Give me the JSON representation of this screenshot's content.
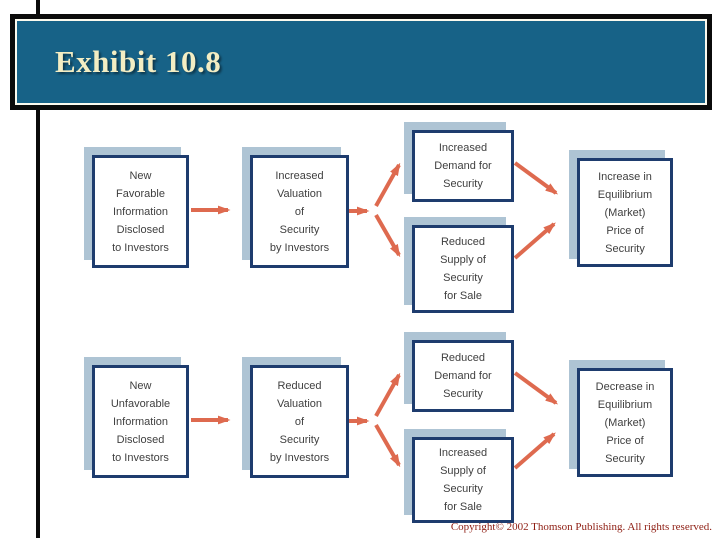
{
  "header": {
    "title": "Exhibit 10.8"
  },
  "diagram": {
    "boxes": [
      {
        "id": "new-favorable",
        "text": "New\nFavorable\nInformation\nDisclosed\nto Investors"
      },
      {
        "id": "increased-valuation",
        "text": "Increased\nValuation\nof\nSecurity\nby Investors"
      },
      {
        "id": "increased-demand",
        "text": "Increased\nDemand for\nSecurity"
      },
      {
        "id": "reduced-supply",
        "text": "Reduced\nSupply of\nSecurity\nfor Sale"
      },
      {
        "id": "increase-equilibrium",
        "text": "Increase in\nEquilibrium\n(Market)\nPrice of\nSecurity"
      },
      {
        "id": "new-unfavorable",
        "text": "New\nUnfavorable\nInformation\nDisclosed\nto Investors"
      },
      {
        "id": "reduced-valuation",
        "text": "Reduced\nValuation\nof\nSecurity\nby Investors"
      },
      {
        "id": "reduced-demand",
        "text": "Reduced\nDemand for\nSecurity"
      },
      {
        "id": "increased-supply",
        "text": "Increased\nSupply of\nSecurity\nfor Sale"
      },
      {
        "id": "decrease-equilibrium",
        "text": "Decrease in\nEquilibrium\n(Market)\nPrice of\nSecurity"
      }
    ],
    "arrows": [
      {
        "from": "new-favorable",
        "to": "increased-valuation"
      },
      {
        "from": "increased-valuation",
        "to": "increased-demand"
      },
      {
        "from": "increased-valuation",
        "to": "reduced-supply"
      },
      {
        "from": "increased-demand",
        "to": "increase-equilibrium"
      },
      {
        "from": "reduced-supply",
        "to": "increase-equilibrium"
      },
      {
        "from": "new-unfavorable",
        "to": "reduced-valuation"
      },
      {
        "from": "reduced-valuation",
        "to": "reduced-demand"
      },
      {
        "from": "reduced-valuation",
        "to": "increased-supply"
      },
      {
        "from": "reduced-demand",
        "to": "decrease-equilibrium"
      },
      {
        "from": "increased-supply",
        "to": "decrease-equilibrium"
      }
    ]
  },
  "footer": {
    "copyright": "Copyright© 2002 Thomson Publishing. All rights reserved."
  },
  "colors": {
    "banner_fill": "#176287",
    "banner_title_text": "#F3EDC3",
    "box_border": "#1E3C6E",
    "box_shadow": "#AEC4D4",
    "arrow": "#DE6A4F",
    "copyright_text": "#8E1D12"
  }
}
